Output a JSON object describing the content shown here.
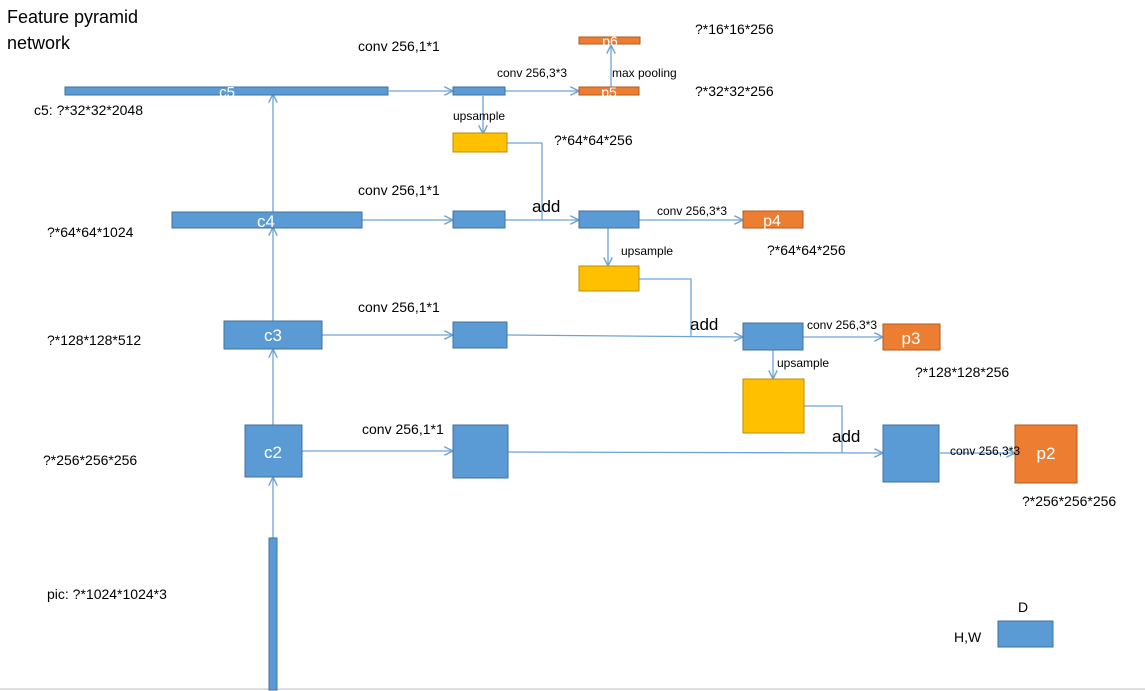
{
  "title": {
    "line1": "Feature pyramid",
    "line2": "network"
  },
  "colors": {
    "blue": "#5B9BD5",
    "blue_edge": "#41719C",
    "orange": "#ED7D31",
    "orange_edge": "#AE5A21",
    "yellow": "#FFC000",
    "yellow_edge": "#BC8C00",
    "line": "#6FA3D6"
  },
  "backbone": {
    "c5": {
      "label": "c5",
      "shape": "c5: ?*32*32*2048"
    },
    "c4": {
      "label": "c4",
      "shape": "?*64*64*1024"
    },
    "c3": {
      "label": "c3",
      "shape": "?*128*128*512"
    },
    "c2": {
      "label": "c2",
      "shape": "?*256*256*256"
    },
    "pic": {
      "shape": "pic: ?*1024*1024*3"
    }
  },
  "ops": {
    "conv1x1": "conv 256,1*1",
    "conv3x3": "conv 256,3*3",
    "upsample": "upsample",
    "add": "add",
    "max_pooling": "max pooling"
  },
  "outputs": {
    "p6": {
      "label": "p6",
      "shape": "?*16*16*256"
    },
    "p5": {
      "label": "p5",
      "shape": "?*32*32*256"
    },
    "p4": {
      "label": "p4",
      "shape": "?*64*64*256"
    },
    "p3": {
      "label": "p3",
      "shape": "?*128*128*256"
    },
    "p2": {
      "label": "p2",
      "shape": "?*256*256*256"
    }
  },
  "upsampled": {
    "u5": "?*64*64*256"
  },
  "legend": {
    "depth": "D",
    "size": "H,W"
  }
}
